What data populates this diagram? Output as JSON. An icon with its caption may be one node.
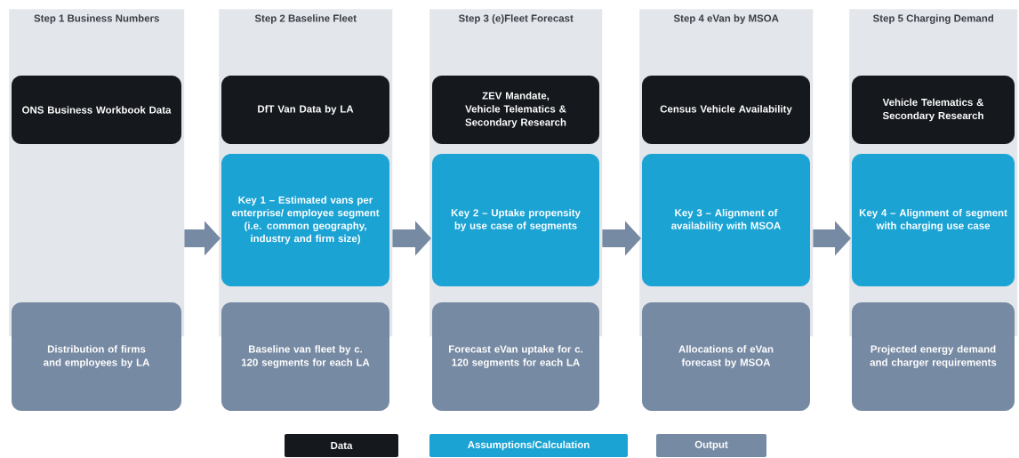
{
  "diagram": {
    "nodes": [
      {
        "text": [
          "Step 1 Business Numbers"
        ]
      },
      {
        "text": [
          "ONS Business Workbook Data"
        ],
        "in": 0
      },
      {
        "text": [
          "Distribution of firms and employees by LA"
        ]
      },
      {
        "text": [
          "Step 2 Baseline Fleet"
        ]
      },
      {
        "text": [
          "DfT Van Data by LA"
        ],
        "in": 3
      },
      {
        "text": [
          "Key 1 – Estimated vans per enterprise/ employee segment (i.e. common geography, industry and firm size)"
        ],
        "in": 3
      },
      {
        "text": [
          "Baseline van fleet by c. 120 segments for each LA"
        ]
      },
      {
        "text": [
          "Step 3 (e)Fleet Forecast"
        ]
      },
      {
        "text": [
          "ZEV Mandate, Vehicle Telematics & Secondary Research"
        ],
        "in": 7
      },
      {
        "text": [
          "Key 2 – Uptake propensity by use case of segments"
        ],
        "in": 7
      },
      {
        "text": [
          "Forecast eVan uptake for c. 120 segments for each LA"
        ]
      },
      {
        "text": [
          "Step 4 eVan by MSOA"
        ]
      },
      {
        "text": [
          "Census Vehicle Availability"
        ],
        "in": 11
      },
      {
        "text": [
          "Key 3 – Alignment of availability with MSOA"
        ],
        "in": 11
      },
      {
        "text": [
          "Allocations of eVan forecast by MSOA"
        ]
      },
      {
        "text": [
          "Step 5 Charging Demand"
        ]
      },
      {
        "text": [
          "Vehicle Telematics & Secondary Research"
        ],
        "in": 15
      },
      {
        "text": [
          "Key 4 – Alignment of segment with charging use case"
        ],
        "in": 15
      },
      {
        "text": [
          "Projected energy demand and charger requirements"
        ]
      }
    ],
    "edges": [
      {
        "from": 0,
        "to": 3,
        "arrow": "to"
      },
      {
        "from": 3,
        "to": 7,
        "arrow": "to"
      },
      {
        "from": 7,
        "to": 11,
        "arrow": "to"
      },
      {
        "from": 11,
        "to": 15,
        "arrow": "to"
      }
    ],
    "legend": [
      {
        "text": "Data",
        "color": "#15181d"
      },
      {
        "text": "Assumptions/Calculation",
        "color": "#1ba3d4"
      },
      {
        "text": "Output",
        "color": "#778aa3"
      }
    ]
  }
}
